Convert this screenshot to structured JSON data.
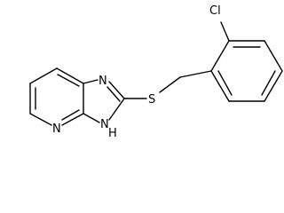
{
  "molecule": {
    "atoms": {
      "chlorine": "Cl",
      "sulfur": "S",
      "nitrogen_imine": "N",
      "nitrogen_pyridine": "N",
      "nitrogen_nh": "N",
      "nh_hydrogen": "H"
    }
  },
  "colors": {
    "bond": "#000000",
    "background": "#ffffff"
  }
}
